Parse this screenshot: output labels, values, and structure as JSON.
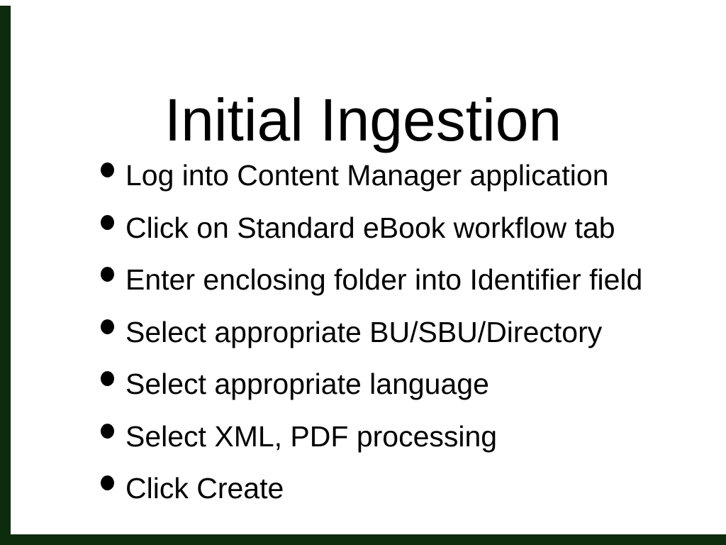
{
  "slide": {
    "title": "Initial Ingestion",
    "bullets": [
      "Log into Content Manager application",
      "Click on Standard eBook workflow tab",
      "Enter enclosing folder into Identifier field",
      "Select appropriate BU/SBU/Directory",
      "Select appropriate language",
      "Select XML, PDF processing",
      "Click Create"
    ],
    "colors": {
      "background": "#ffffff",
      "text": "#000000",
      "accent_border": "#0d2b0d"
    }
  }
}
